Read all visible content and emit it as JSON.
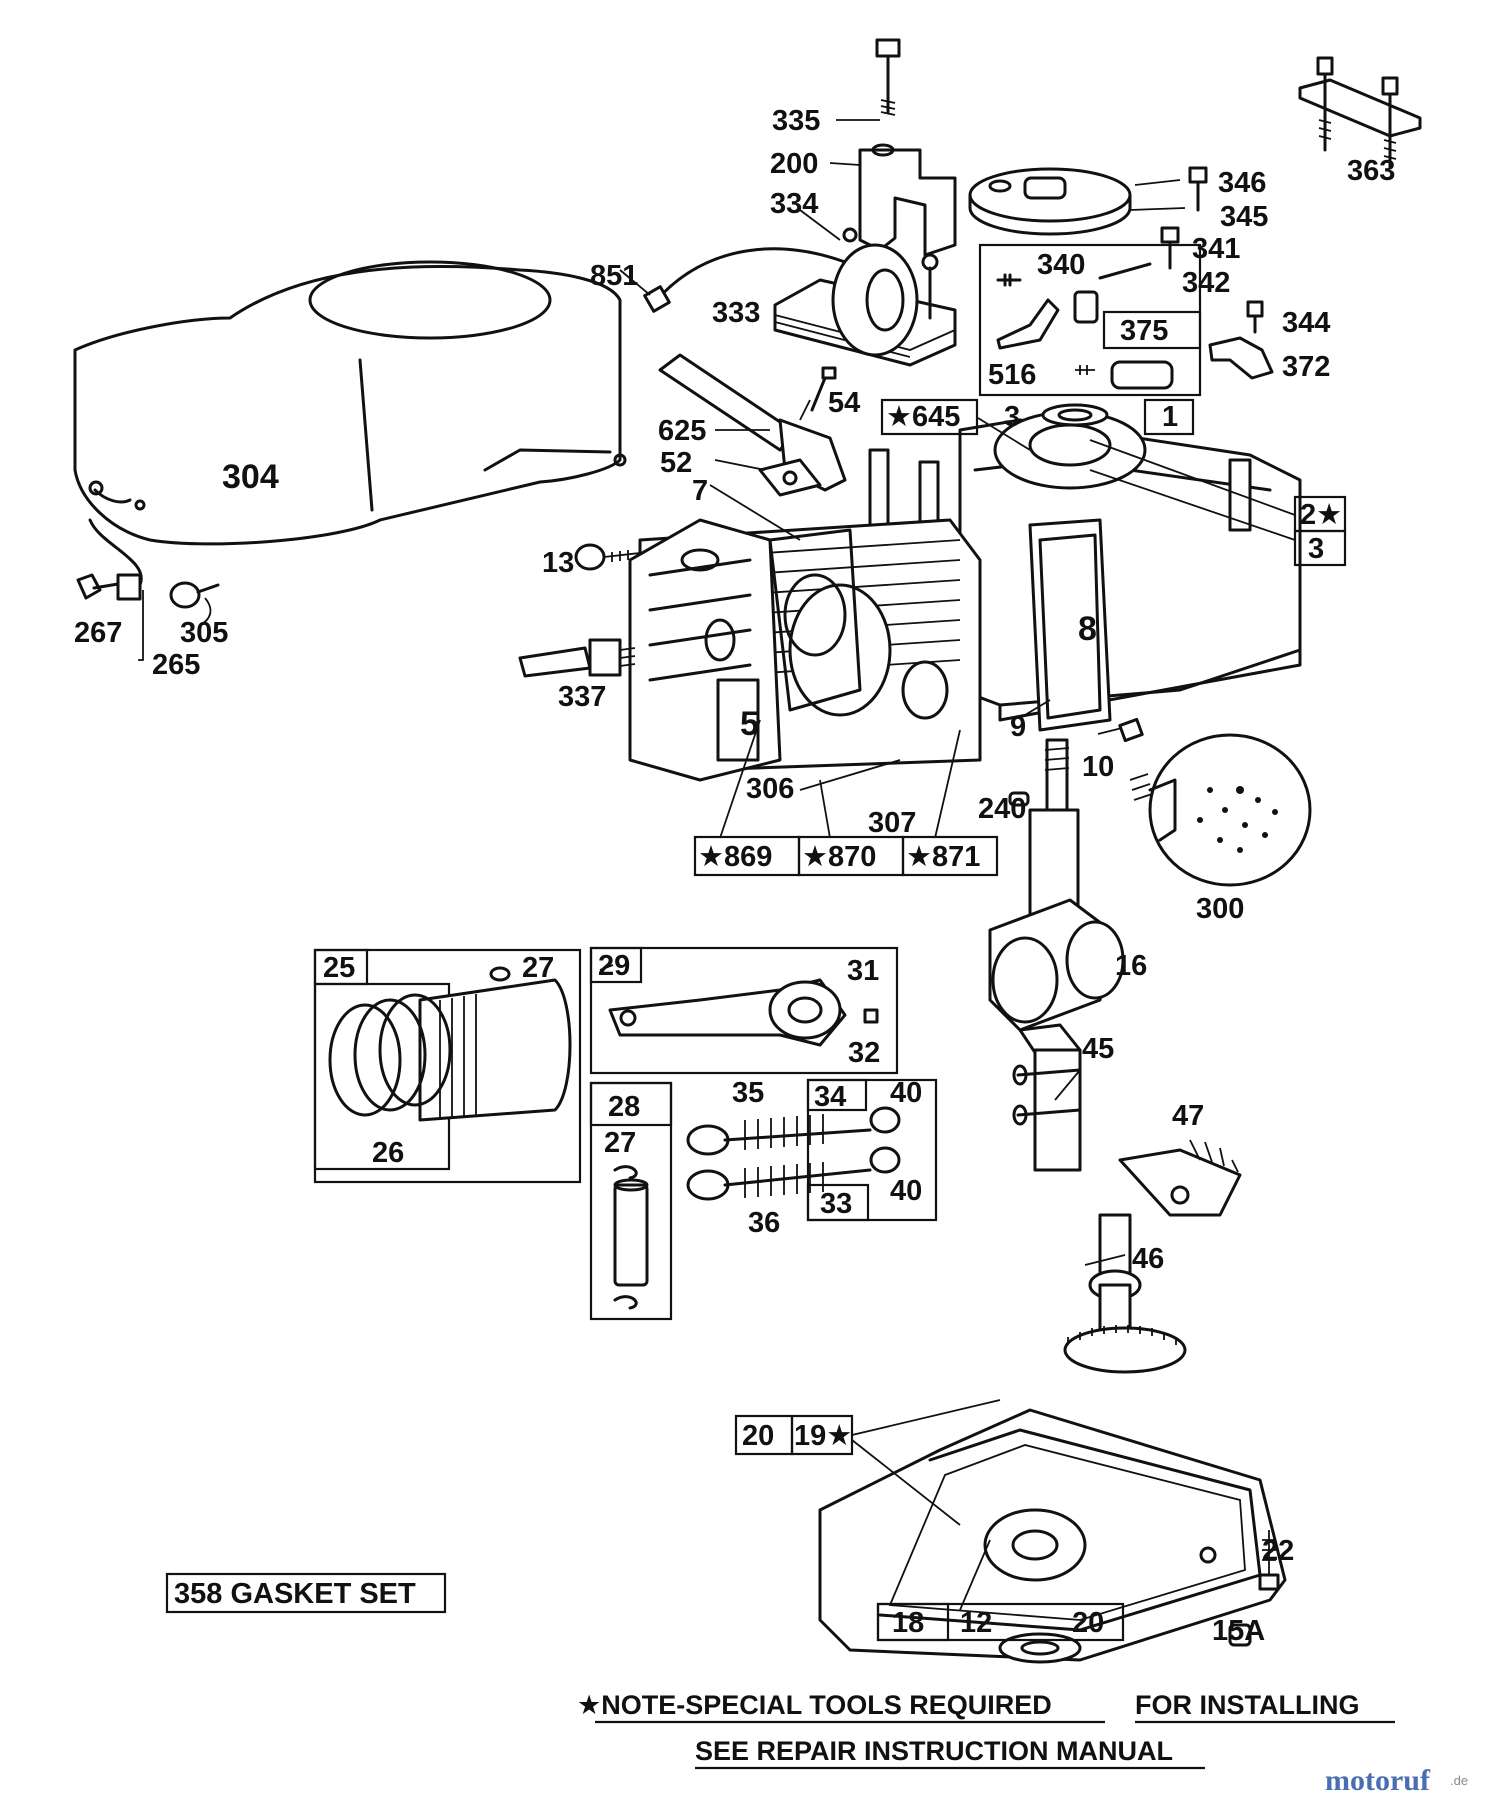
{
  "labels": {
    "p335": "335",
    "p200": "200",
    "p334": "334",
    "p851": "851",
    "p333": "333",
    "p346": "346",
    "p345": "345",
    "p363": "363",
    "p340": "340",
    "p341": "341",
    "p342": "342",
    "p375": "375",
    "p344": "344",
    "p372": "372",
    "p516": "516",
    "p54": "54",
    "p645": "★645",
    "p3a": "3",
    "p1": "1",
    "p625": "625",
    "p52": "52",
    "p7": "7",
    "p2": "2★",
    "p3b": "3",
    "p304": "304",
    "p13": "13",
    "p8": "8",
    "p267": "267",
    "p305": "305",
    "p265": "265",
    "p337": "337",
    "p5": "5",
    "p9": "9",
    "p10": "10",
    "p306": "306",
    "p240": "240",
    "p307": "307",
    "p869": "★869",
    "p870": "★870",
    "p871": "★871",
    "p300": "300",
    "p25": "25",
    "p27a": "27",
    "p26": "26",
    "p29": "29",
    "p31": "31",
    "p32": "32",
    "p16": "16",
    "p45": "45",
    "p28": "28",
    "p35": "35",
    "p34": "34",
    "p40a": "40",
    "p27b": "27",
    "p36": "36",
    "p33": "33",
    "p40b": "40",
    "p47": "47",
    "p46": "46",
    "p20a": "20",
    "p19": "19★",
    "p22": "22",
    "p15a": "15A",
    "p18": "18",
    "p12": "12",
    "p20b": "20",
    "gasket": "358 GASKET SET"
  },
  "notes": {
    "line1a": "★NOTE-SPECIAL TOOLS REQUIRED",
    "line1b": "FOR INSTALLING",
    "line2": "SEE REPAIR INSTRUCTION MANUAL"
  },
  "watermark": {
    "brand": "motoruf",
    "suffix": ".de"
  },
  "colors": {
    "ink": "#111111",
    "watermark_blue": "#4a6fb0",
    "watermark_gray": "#8a8a8a"
  }
}
